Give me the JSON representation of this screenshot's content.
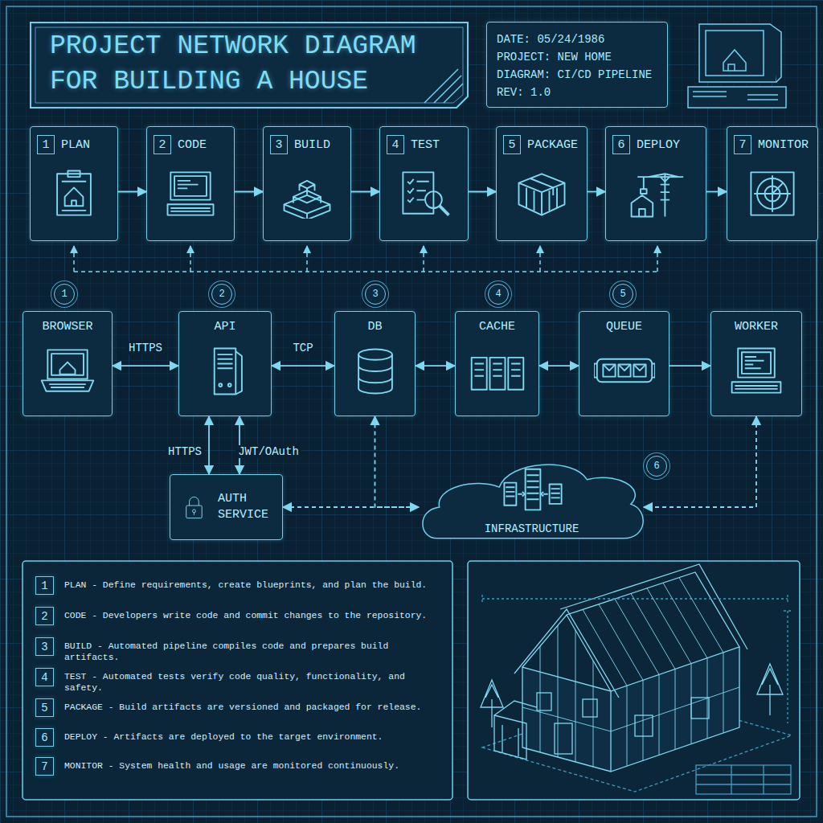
{
  "diagram": {
    "title": "PROJECT NETWORK DIAGRAM FOR BUILDING A HOUSE",
    "nodes": [
      {
        "text": [
          "DATE: 05/24/1986",
          "PROJECT: NEW HOME",
          "DIAGRAM: CI/CD PIPELINE",
          "REV: 1.0"
        ]
      },
      {
        "text": [
          "1",
          "PLAN"
        ]
      },
      {
        "text": [
          "2",
          "CODE"
        ]
      },
      {
        "text": [
          "3",
          "BUILD"
        ]
      },
      {
        "text": [
          "4",
          "TEST"
        ]
      },
      {
        "text": [
          "5",
          "PACKAGE"
        ]
      },
      {
        "text": [
          "6",
          "DEPLOY"
        ]
      },
      {
        "text": [
          "7",
          "MONITOR"
        ]
      },
      {
        "text": [
          "1"
        ]
      },
      {
        "text": [
          "2"
        ]
      },
      {
        "text": [
          "3"
        ]
      },
      {
        "text": [
          "4"
        ]
      },
      {
        "text": [
          "5"
        ]
      },
      {
        "text": [
          "BROWSER"
        ]
      },
      {
        "text": [
          "API"
        ]
      },
      {
        "text": [
          "DB"
        ]
      },
      {
        "text": [
          "CACHE"
        ]
      },
      {
        "text": [
          "QUEUE"
        ]
      },
      {
        "text": [
          "WORKER"
        ]
      },
      {
        "text": [
          "AUTH SERVICE"
        ]
      },
      {
        "text": [
          "INFRASTRUCTURE"
        ]
      },
      {
        "text": [
          "6"
        ]
      },
      {
        "text": [
          "1"
        ]
      },
      {
        "text": [
          "2"
        ]
      },
      {
        "text": [
          "3"
        ]
      },
      {
        "text": [
          "4"
        ]
      },
      {
        "text": [
          "5"
        ]
      },
      {
        "text": [
          "6"
        ]
      },
      {
        "text": [
          "7"
        ]
      }
    ],
    "edges": [
      {
        "from": 1,
        "to": 2,
        "arrow": "to"
      },
      {
        "from": 2,
        "to": 3,
        "arrow": "to"
      },
      {
        "from": 3,
        "to": 4,
        "arrow": "to"
      },
      {
        "from": 4,
        "to": 5,
        "arrow": "to"
      },
      {
        "from": 5,
        "to": 6,
        "arrow": "to"
      },
      {
        "from": 6,
        "to": 7,
        "arrow": "to"
      },
      {
        "from": 13,
        "to": 14,
        "label": "HTTPS",
        "arrow": "both"
      },
      {
        "from": 14,
        "to": 15,
        "label": "TCP",
        "arrow": "both"
      },
      {
        "from": 15,
        "to": 16,
        "arrow": "both"
      },
      {
        "from": 16,
        "to": 17,
        "arrow": "both"
      },
      {
        "from": 17,
        "to": 18,
        "arrow": "to"
      },
      {
        "from": 14,
        "to": 19,
        "label": "HTTPS",
        "arrow": "both"
      },
      {
        "from": 14,
        "to": 19,
        "label": "JWT/OAuth",
        "arrow": "both"
      },
      {
        "from": 19,
        "to": 20,
        "arrow": "both"
      },
      {
        "from": 20,
        "to": 15,
        "arrow": "to"
      },
      {
        "from": 18,
        "to": 20,
        "arrow": "both"
      }
    ],
    "labels": [
      "PLAN - Define requirements, create blueprints, and plan the build.",
      "CODE - Developers write code and commit changes to the repository.",
      "BUILD - Automated pipeline compiles code and prepares build artifacts.",
      "TEST - Automated tests verify code quality, functionality, and safety.",
      "PACKAGE - Build artifacts are versioned and packaged for release.",
      "DEPLOY - Artifacts are deployed to the target environment.",
      "MONITOR - System health and usage are monitored continuously."
    ]
  }
}
